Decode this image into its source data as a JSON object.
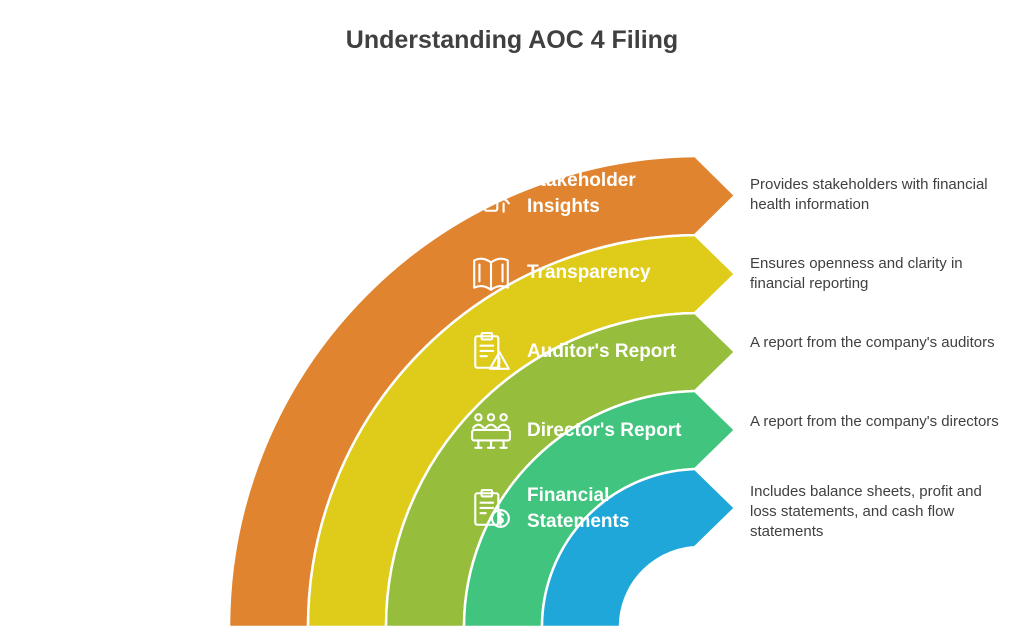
{
  "title": "Understanding AOC 4 Filing",
  "layers": [
    {
      "label_lines": [
        "Stakeholder",
        "Insights"
      ],
      "description": "Provides stakeholders with financial health information",
      "color": "#E0842F",
      "icon": "stakeholder-meeting-icon"
    },
    {
      "label_lines": [
        "Transparency"
      ],
      "description": "Ensures openness and clarity in financial reporting",
      "color": "#DECB1A",
      "icon": "open-book-icon"
    },
    {
      "label_lines": [
        "Auditor's Report"
      ],
      "description": "A report from the company's auditors",
      "color": "#96BD3C",
      "icon": "clipboard-warning-icon"
    },
    {
      "label_lines": [
        "Director's Report"
      ],
      "description": "A report from the company's directors",
      "color": "#40C47E",
      "icon": "board-meeting-icon"
    },
    {
      "label_lines": [
        "Financial",
        "Statements"
      ],
      "description": "Includes balance sheets, profit and loss statements, and cash flow statements",
      "color": "#1FA7DA",
      "icon": "clipboard-dollar-icon"
    }
  ]
}
